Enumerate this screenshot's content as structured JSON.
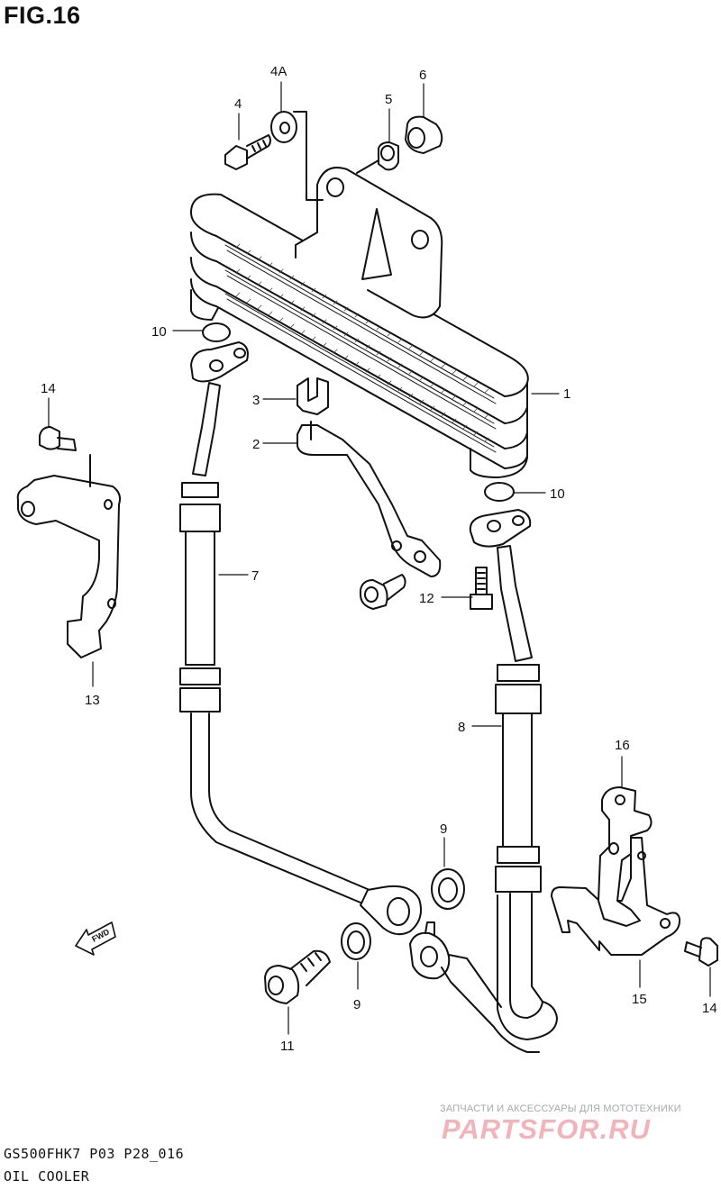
{
  "figure_title": "FIG.16",
  "footer": {
    "model_code": "GS500FHK7  P03 P28_016",
    "section_name": "OIL COOLER"
  },
  "watermark": {
    "tagline": "ЗАПЧАСТИ И АКСЕССУАРЫ ДЛЯ МОТОТЕХНИКИ",
    "logo": "PARTSFOR.RU"
  },
  "fwd_arrow_label": "FWD",
  "callouts": {
    "c1": "1",
    "c2": "2",
    "c3": "3",
    "c4": "4",
    "c4a": "4A",
    "c5": "5",
    "c6": "6",
    "c7": "7",
    "c8": "8",
    "c9a": "9",
    "c9b": "9",
    "c10a": "10",
    "c10b": "10",
    "c11": "11",
    "c12": "12",
    "c13": "13",
    "c14a": "14",
    "c14b": "14",
    "c15": "15",
    "c16": "16"
  }
}
